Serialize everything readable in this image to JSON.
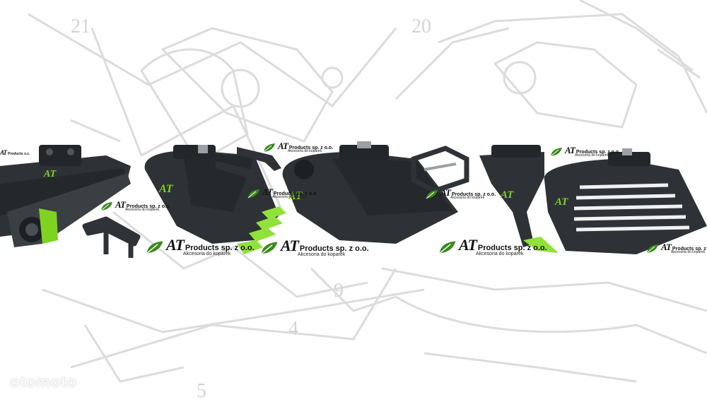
{
  "background": {
    "drawing_numbers": [
      "21",
      "20",
      "9",
      "4",
      "5"
    ],
    "line_color": "#d9d9d9"
  },
  "brand": {
    "name": "AT",
    "company": "Products sp. z o.o.",
    "tagline": "Akcesoria do koparek",
    "small_tag": "Products s.c."
  },
  "colors": {
    "steel": "#2e3236",
    "steel_dark": "#1d2023",
    "accent_green": "#7ed321",
    "leaf_green": "#3a8a1c"
  },
  "watermark": "otomoto"
}
